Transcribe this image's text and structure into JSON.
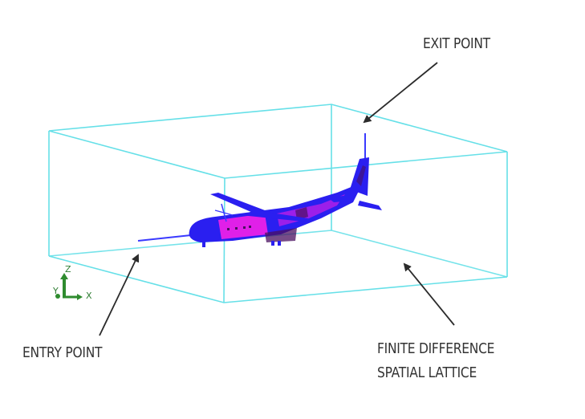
{
  "labels": {
    "exit_point": "EXIT POINT",
    "entry_point": "ENTRY POINT",
    "lattice_line1": "FINITE DIFFERENCE",
    "lattice_line2": "SPATIAL LATTICE"
  },
  "axis_triad": {
    "z": "Z",
    "y": "Y",
    "x": "X"
  },
  "colors": {
    "lattice": "#66e0e8",
    "aircraft_primary": "#2a1ff0",
    "aircraft_secondary": "#e020e8",
    "aircraft_shadow": "#4a1060",
    "arrow": "#2b2b2b",
    "triad": "#2e8b2e",
    "text": "#333333"
  }
}
